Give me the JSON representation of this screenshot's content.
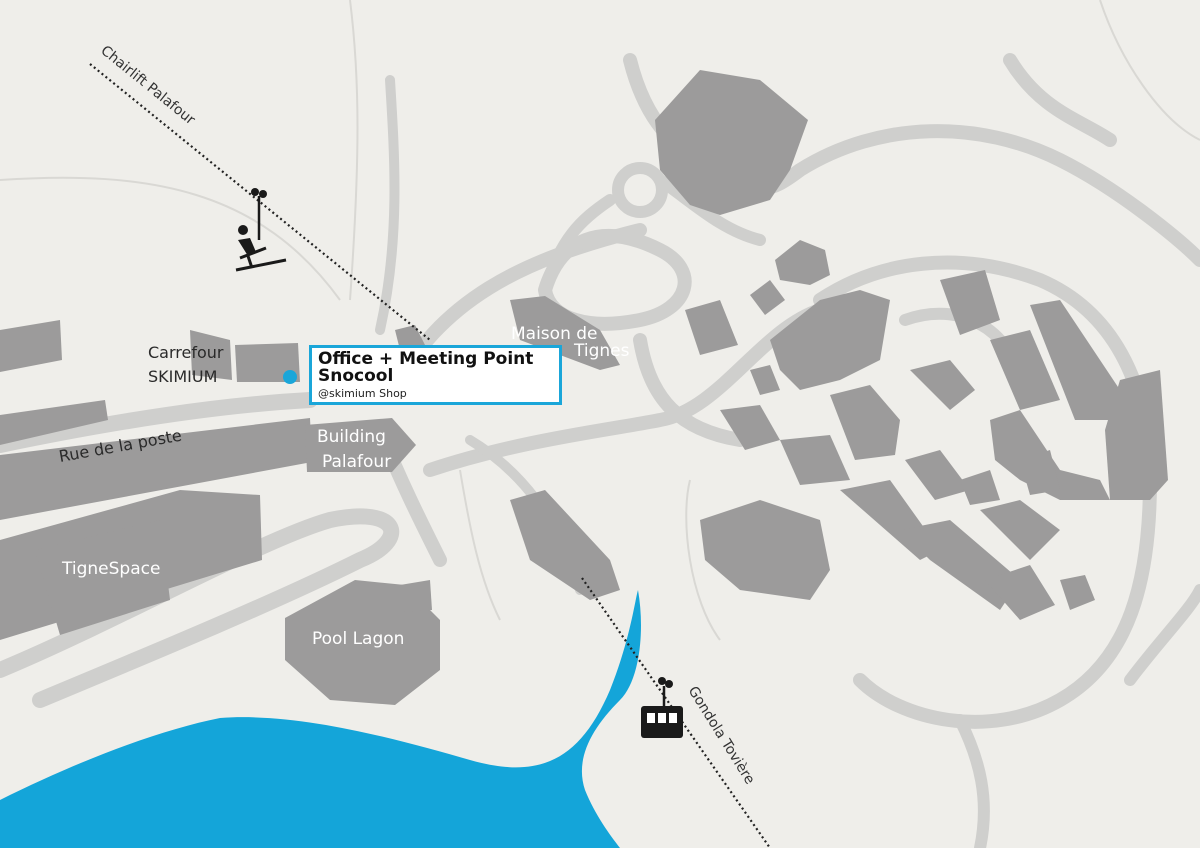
{
  "map": {
    "labels": {
      "chairlift": "Chairlift Palafour",
      "gondola": "Gondola Tovière",
      "maison_1": "Maison de",
      "maison_2": "Tignes",
      "carrefour": "Carrefour",
      "skimium": "SKIMIUM",
      "rue": "Rue de la poste",
      "building_1": "Building",
      "building_2": "Palafour",
      "tignespace": "TigneSpace",
      "pool": "Pool Lagon"
    },
    "callout": {
      "title_1": "Office + Meeting Point",
      "title_2": "Snocool",
      "subtitle": "@skimium Shop"
    },
    "icons": [
      "chairlift-icon",
      "gondola-icon",
      "meeting-point-marker-icon"
    ],
    "colors": {
      "background": "#efeeea",
      "road": "#cfcfcd",
      "building": "#9c9b9b",
      "water": "#14a5d9",
      "accent": "#1aa6d9"
    }
  }
}
